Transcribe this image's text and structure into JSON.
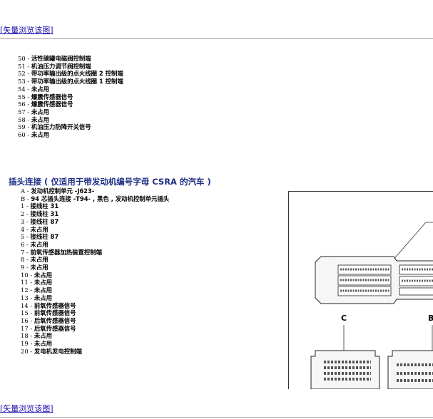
{
  "vector_link_label": "[矢量浏览该图]",
  "list_top": [
    {
      "num": "50",
      "text": "活性碳罐电磁阀控制端"
    },
    {
      "num": "51",
      "text": "机油压力调节阀控制端"
    },
    {
      "num": "52",
      "text": "带功率输出级的点火线圈 2 控制端"
    },
    {
      "num": "53",
      "text": "带功率输出级的点火线圈 1 控制端"
    },
    {
      "num": "54",
      "text": "未占用"
    },
    {
      "num": "55",
      "text": "爆震传感器信号"
    },
    {
      "num": "56",
      "text": "爆震传感器信号"
    },
    {
      "num": "57",
      "text": "未占用"
    },
    {
      "num": "58",
      "text": "未占用"
    },
    {
      "num": "59",
      "text": "机油压力防降开关信号"
    },
    {
      "num": "60",
      "text": "未占用"
    }
  ],
  "heading": "插头连接 ( 仅适用于带发动机编号字母 CSRA 的汽车 )",
  "list_bottom": [
    {
      "num": "A",
      "text": "发动机控制单元 -J623-"
    },
    {
      "num": "B",
      "text": "94 芯插头连接 -T94- , 黑色 , 发动机控制单元插头"
    },
    {
      "num": "1",
      "text": "接线柱 31"
    },
    {
      "num": "2",
      "text": "接线柱 31"
    },
    {
      "num": "3",
      "text": "接线柱 87"
    },
    {
      "num": "4",
      "text": "未占用"
    },
    {
      "num": "5",
      "text": "接线柱 87"
    },
    {
      "num": "6",
      "text": "未占用"
    },
    {
      "num": "7",
      "text": "前氧传感器加热装置控制端"
    },
    {
      "num": "8",
      "text": "未占用"
    },
    {
      "num": "9",
      "text": "未占用"
    },
    {
      "num": "10",
      "text": "未占用"
    },
    {
      "num": "11",
      "text": "未占用"
    },
    {
      "num": "12",
      "text": "未占用"
    },
    {
      "num": "13",
      "text": "未占用"
    },
    {
      "num": "14",
      "text": "前氧传感器信号"
    },
    {
      "num": "15",
      "text": "前氧传感器信号"
    },
    {
      "num": "16",
      "text": "后氧传感器信号"
    },
    {
      "num": "17",
      "text": "后氧传感器信号"
    },
    {
      "num": "18",
      "text": "未占用"
    },
    {
      "num": "19",
      "text": "未占用"
    },
    {
      "num": "20",
      "text": "发电机发电控制端"
    }
  ],
  "figure": {
    "label_c": "C",
    "label_b": "B"
  },
  "colors": {
    "heading": "#1f2f86",
    "link": "#1a0dab"
  }
}
